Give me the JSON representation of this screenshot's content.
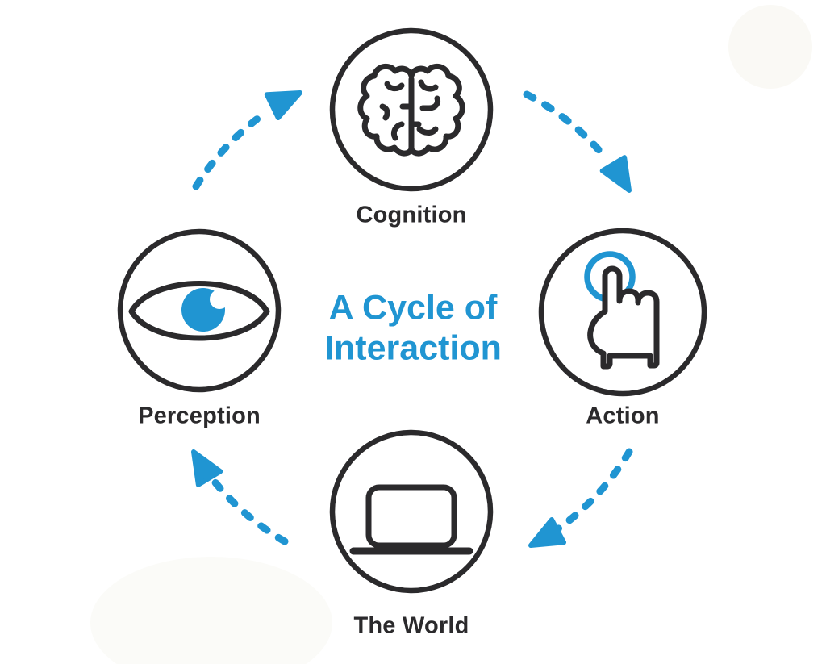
{
  "title": {
    "line1": "A Cycle of",
    "line2": "Interaction"
  },
  "nodes": {
    "cognition": {
      "label": "Cognition",
      "icon": "brain-icon",
      "position": "top"
    },
    "action": {
      "label": "Action",
      "icon": "tap-hand-icon",
      "position": "right"
    },
    "world": {
      "label": "The World",
      "icon": "laptop-icon",
      "position": "bottom"
    },
    "perception": {
      "label": "Perception",
      "icon": "eye-icon",
      "position": "left"
    }
  },
  "flow_order": [
    "Perception",
    "Cognition",
    "Action",
    "The World"
  ],
  "colors": {
    "accent_blue": "#2095d2",
    "stroke_dark": "#2b2a2c",
    "background": "#ffffff"
  }
}
